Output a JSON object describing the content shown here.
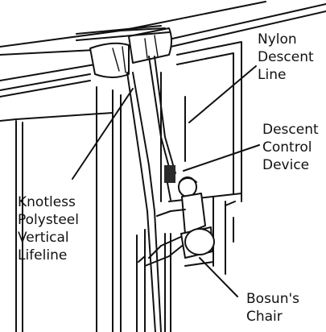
{
  "labels": {
    "nylon_descent_line": [
      "Nylon",
      "Descent",
      "Line"
    ],
    "descent_control_device": [
      "Descent",
      "Control",
      "Device"
    ],
    "knotless_lifeline": [
      "Knotless",
      "Polysteel",
      "Vertical",
      "Lifeline"
    ],
    "bosuns_chair": [
      "Bosun's",
      "Chair"
    ]
  },
  "colors": {
    "ink": "#111111",
    "background": "#ffffff"
  }
}
